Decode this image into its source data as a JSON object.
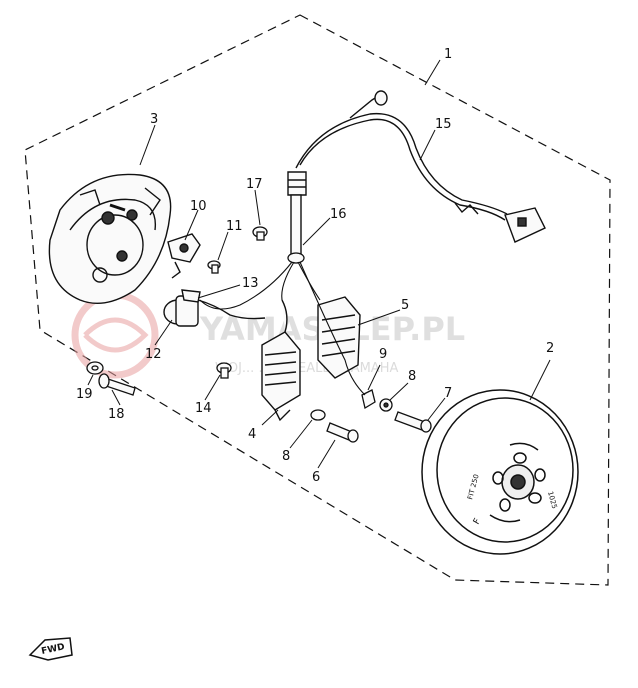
{
  "diagram": {
    "callouts": [
      "1",
      "2",
      "3",
      "4",
      "5",
      "6",
      "7",
      "8",
      "8",
      "9",
      "10",
      "11",
      "12",
      "13",
      "14",
      "15",
      "16",
      "17",
      "18",
      "19"
    ],
    "fwd_label": "FWD",
    "watermark_title": "YAMASKLEP.PL",
    "watermark_sub": "WOJ... ... Z DEALER YAMAHA",
    "colors": {
      "ink": "#111111",
      "watermark": "#e8a0a0",
      "watermark_text": "#d8d8d8"
    },
    "flywheel_markings": [
      "FIT 250",
      "1025",
      "F"
    ]
  }
}
